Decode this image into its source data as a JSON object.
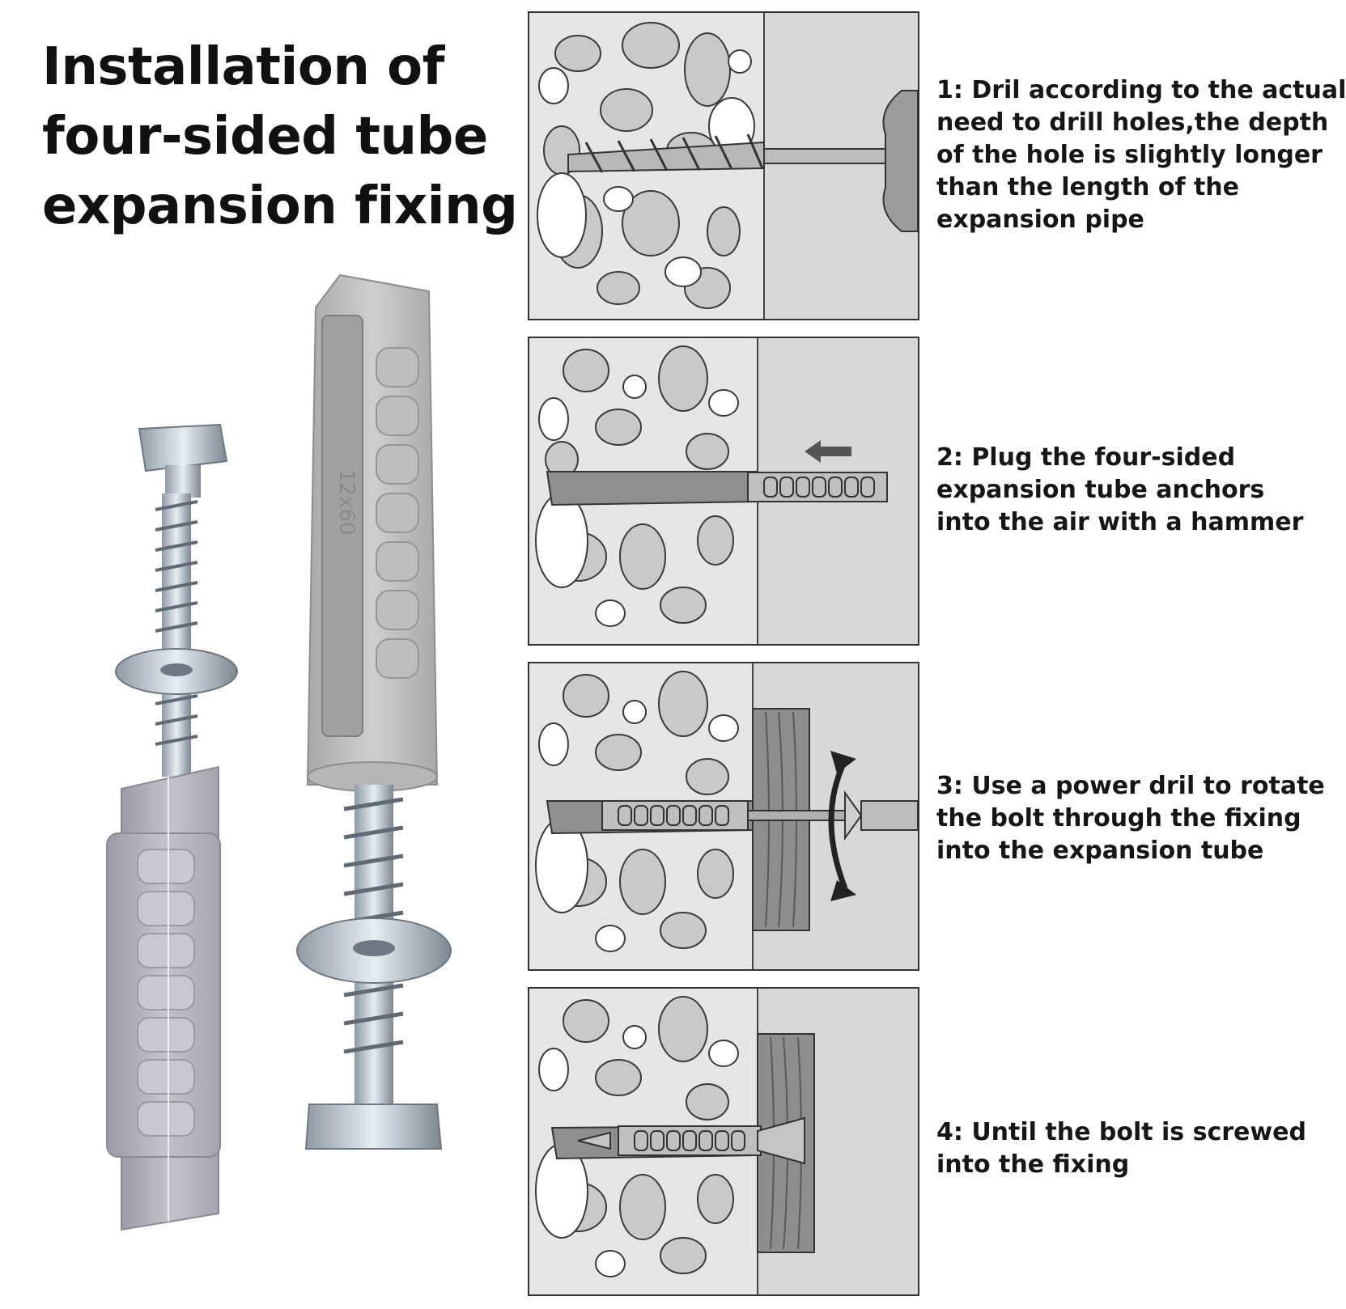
{
  "title": {
    "lines": [
      "Installation of",
      "four-sided tube",
      "expansion fixing"
    ]
  },
  "product": {
    "size_marking": "12x60"
  },
  "steps": [
    {
      "lines": [
        "1: Dril according to the actual",
        "need to drill holes,the depth",
        "of the hole is slightly longer",
        "than the length of the",
        "expansion pipe"
      ]
    },
    {
      "lines": [
        "2: Plug the four-sided",
        "expansion tube anchors",
        "into the air with a hammer"
      ]
    },
    {
      "lines": [
        "3: Use a power dril to rotate",
        "the bolt through the fixing",
        "into the expansion tube"
      ]
    },
    {
      "lines": [
        "4: Until the bolt is screwed",
        "into the fixing"
      ]
    }
  ],
  "icons": [
    "drill-bit-icon",
    "left-arrow-icon",
    "rotation-arrow-icon"
  ],
  "colors": {
    "concrete": "#e6e6e6",
    "stones": "#c9c9c9",
    "wall": "#d8d8d8",
    "wood": "#8e8e8e",
    "anchor": "#b9b9c2",
    "screw": "#b8c2cc",
    "text": "#161616"
  }
}
